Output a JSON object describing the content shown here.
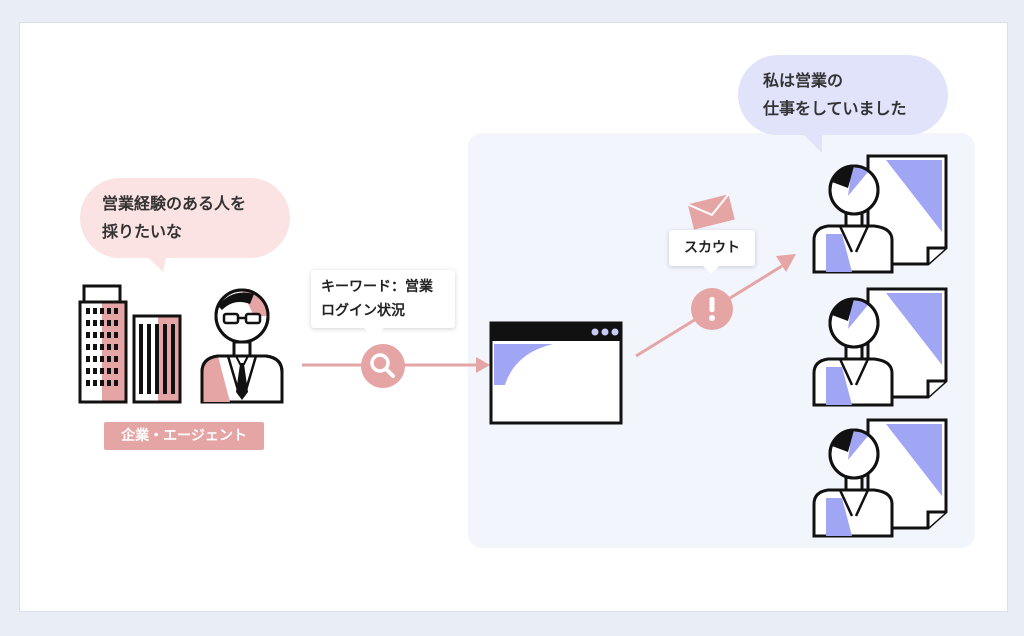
{
  "company_bubble": {
    "line1": "営業経験のある人を",
    "line2": "採りたいな"
  },
  "candidate_bubble": {
    "line1": "私は営業の",
    "line2": "仕事をしていました"
  },
  "search_tag": {
    "line1": "キーワード：営業",
    "line2": "ログイン状況"
  },
  "scout_label": "スカウト",
  "company_badge": "企業・エージェント",
  "colors": {
    "pink": "#e6a5a5",
    "blue": "#a0a6f4",
    "panel": "#f2f5fc"
  }
}
